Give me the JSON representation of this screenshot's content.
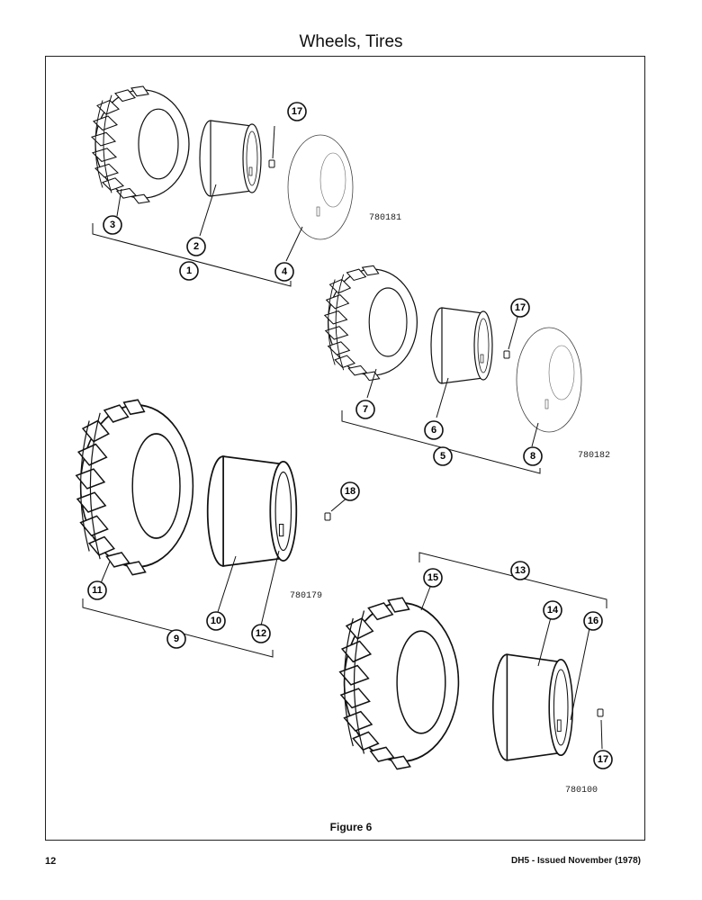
{
  "header": {
    "title": "Wheels, Tires"
  },
  "figure": {
    "caption": "Figure 6"
  },
  "footer": {
    "page_number": "12",
    "issue": "DH5 - Issued November (1978)"
  },
  "part_numbers": {
    "a": "780181",
    "b": "780182",
    "c": "780179",
    "d": "780100"
  },
  "callouts": {
    "c1": "1",
    "c2": "2",
    "c3": "3",
    "c4": "4",
    "c5": "5",
    "c6": "6",
    "c7": "7",
    "c8": "8",
    "c9": "9",
    "c10": "10",
    "c11": "11",
    "c12": "12",
    "c13": "13",
    "c14": "14",
    "c15": "15",
    "c16": "16",
    "c17a": "17",
    "c17b": "17",
    "c17c": "17",
    "c18": "18"
  }
}
